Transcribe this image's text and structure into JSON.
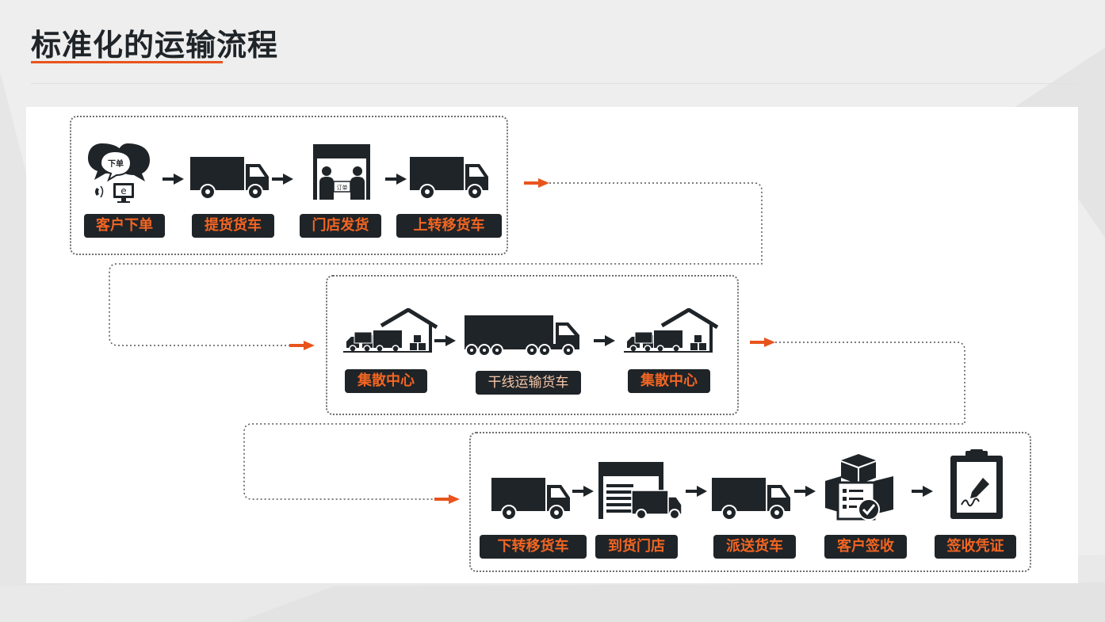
{
  "title": "标准化的运输流程",
  "colors": {
    "accent": "#e8541c",
    "icon": "#1f2428",
    "label_bg": "#1f2428",
    "label_text": "#f26522"
  },
  "stages": [
    {
      "steps": [
        {
          "label": "客户下单",
          "icon": "chat-order-icon",
          "bubble_text": "下单",
          "screen_text": "e"
        },
        {
          "label": "提货货车",
          "icon": "truck-icon"
        },
        {
          "label": "门店发货",
          "icon": "store-handover-icon",
          "note_text": "订单"
        },
        {
          "label": "上转移货车",
          "icon": "truck-icon"
        }
      ]
    },
    {
      "steps": [
        {
          "label": "集散中心",
          "icon": "distribution-center-icon"
        },
        {
          "label": "干线运输货车",
          "icon": "semi-truck-icon"
        },
        {
          "label": "集散中心",
          "icon": "distribution-center-icon"
        }
      ]
    },
    {
      "steps": [
        {
          "label": "下转移货车",
          "icon": "truck-icon"
        },
        {
          "label": "到货门店",
          "icon": "store-arrival-icon"
        },
        {
          "label": "派送货车",
          "icon": "truck-icon"
        },
        {
          "label": "客户签收",
          "icon": "customer-signoff-icon"
        },
        {
          "label": "签收凭证",
          "icon": "receipt-clipboard-icon"
        }
      ]
    }
  ]
}
